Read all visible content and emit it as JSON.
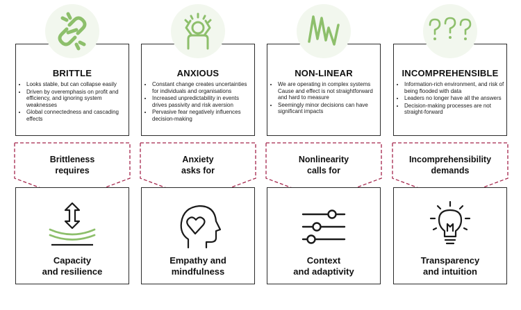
{
  "colors": {
    "accent_green": "#8dbf6b",
    "icon_dark": "#1a1a1a",
    "chevron_dash": "#a3244a",
    "border": "#2a2a2a"
  },
  "columns": [
    {
      "icon": "broken-link-icon",
      "title": "BRITTLE",
      "bullets": [
        "Looks stable, but can collapse easily",
        "Driven by overemphasis on profit and efficiency, and ignoring system weaknesses",
        "Global connectedness and cascading effects"
      ],
      "chevron_line1": "Brittleness",
      "chevron_line2": "requires",
      "bottom_icon": "resilience-arrows-icon",
      "bottom_line1": "Capacity",
      "bottom_line2": "and resilience"
    },
    {
      "icon": "stressed-person-icon",
      "title": "ANXIOUS",
      "bullets": [
        "Constant change creates uncertainties for  individuals and organisations",
        "Increased unpredictability in events drives passivity and risk aversion",
        "Pervasive fear negatively influences decision-making"
      ],
      "chevron_line1": "Anxiety",
      "chevron_line2": "asks for",
      "bottom_icon": "head-heart-icon",
      "bottom_line1": "Empathy and",
      "bottom_line2": "mindfulness"
    },
    {
      "icon": "zigzag-icon",
      "title": "NON-LINEAR",
      "bullets": [
        "We are operating in complex systems Cause and effect is not straightforward and hard to measure",
        "Seemingly minor decisions can have significant impacts"
      ],
      "chevron_line1": "Nonlinearity",
      "chevron_line2": "calls for",
      "bottom_icon": "sliders-icon",
      "bottom_line1": "Context",
      "bottom_line2": "and adaptivity"
    },
    {
      "icon": "question-marks-icon",
      "title": "INCOMPREHENSIBLE",
      "bullets": [
        "Information-rich environment, and risk of being flooded with data",
        "Leaders no longer have all the answers",
        "Decision-making processes are not straight-forward"
      ],
      "chevron_line1": "Incomprehensibility",
      "chevron_line2": "demands",
      "bottom_icon": "lightbulb-icon",
      "bottom_line1": "Transparency",
      "bottom_line2": "and intuition"
    }
  ]
}
